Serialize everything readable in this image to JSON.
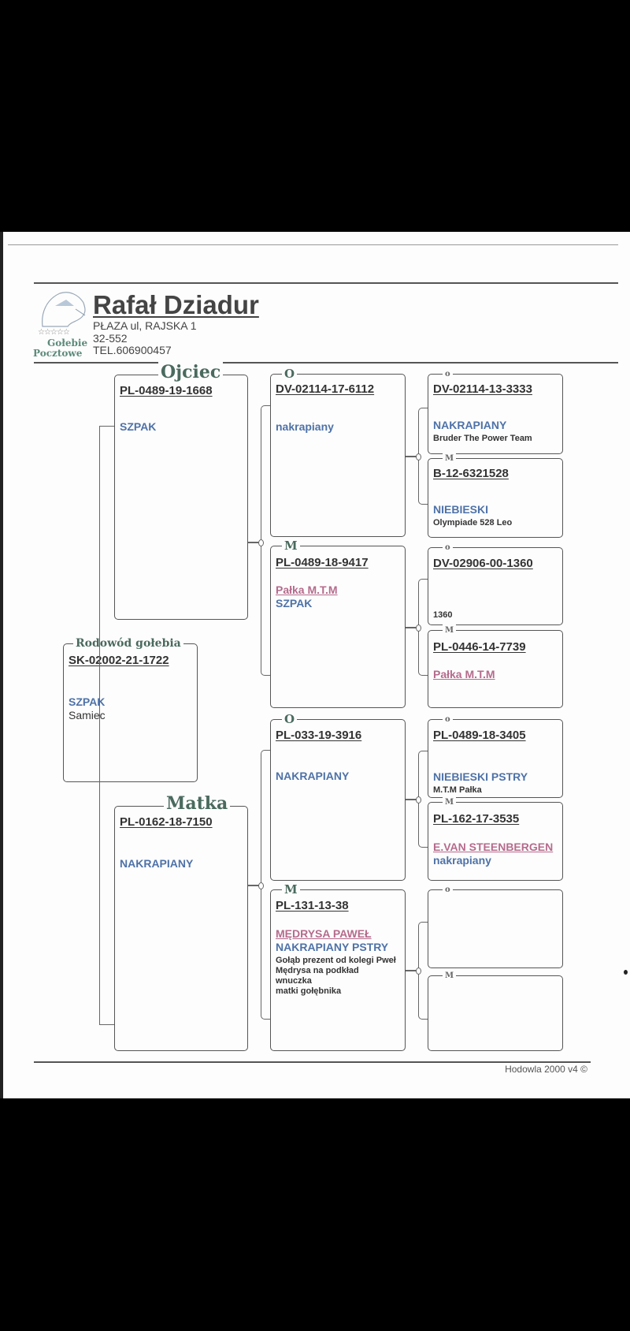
{
  "header": {
    "title": "Rafał Dziadur",
    "address": [
      "PŁAZA ul, RAJSKA 1",
      "32-552",
      "TEL.606900457"
    ],
    "logo": {
      "stars": "☆☆☆☆☆",
      "line1": "Gołebie",
      "line2": "Pocztowe"
    }
  },
  "pedigree": {
    "subject": {
      "label": "Rodowód gołebia",
      "ring": "SK-02002-21-1722",
      "lines": [
        {
          "t": "SZPAK",
          "s": "c"
        },
        {
          "t": "Samiec",
          "s": "t"
        }
      ]
    },
    "father": {
      "label": "Ojciec",
      "ring": "PL-0489-19-1668",
      "lines": [
        {
          "t": "SZPAK",
          "s": "c"
        }
      ]
    },
    "mother": {
      "label": "Matka",
      "ring": "PL-0162-18-7150",
      "lines": [
        {
          "t": "NAKRAPIANY",
          "s": "c"
        }
      ]
    },
    "grandparents": [
      {
        "label": "O",
        "ring": "DV-02114-17-6112",
        "lines": [
          {
            "t": "nakrapiany",
            "s": "c"
          }
        ]
      },
      {
        "label": "M",
        "ring": "PL-0489-18-9417",
        "lines": [
          {
            "t": "Pałka M.T.M",
            "s": "p"
          },
          {
            "t": "SZPAK",
            "s": "c"
          }
        ]
      },
      {
        "label": "O",
        "ring": "PL-033-19-3916",
        "lines": [
          {
            "t": "NAKRAPIANY",
            "s": "c"
          }
        ]
      },
      {
        "label": "M",
        "ring": "PL-131-13-38",
        "lines": [
          {
            "t": "MĘDRYSA PAWEŁ",
            "s": "p"
          },
          {
            "t": "NAKRAPIANY PSTRY",
            "s": "c"
          },
          {
            "t": "Gołąb prezent od kolegi Pweł",
            "s": "s"
          },
          {
            "t": "Mędrysa na podkład",
            "s": "s"
          },
          {
            "t": "wnuczka",
            "s": "s"
          },
          {
            "t": "matki gołębnika",
            "s": "s"
          }
        ]
      }
    ],
    "great_grandparents": [
      {
        "label": "o",
        "ring": "DV-02114-13-3333",
        "lines": [
          {
            "t": "NAKRAPIANY",
            "s": "c"
          },
          {
            "t": "Bruder The Power Team",
            "s": "s"
          }
        ]
      },
      {
        "label": "M",
        "ring": "B-12-6321528",
        "lines": [
          {
            "t": "NIEBIESKI",
            "s": "c"
          },
          {
            "t": "Olympiade 528 Leo",
            "s": "s"
          }
        ]
      },
      {
        "label": "o",
        "ring": "DV-02906-00-1360",
        "lines": [
          {
            "t": "1360",
            "s": "s"
          }
        ]
      },
      {
        "label": "M",
        "ring": "PL-0446-14-7739",
        "lines": [
          {
            "t": "Pałka M.T.M",
            "s": "p"
          }
        ]
      },
      {
        "label": "o",
        "ring": "PL-0489-18-3405",
        "lines": [
          {
            "t": "NIEBIESKI PSTRY",
            "s": "c"
          },
          {
            "t": "M.T.M Pałka",
            "s": "s"
          }
        ]
      },
      {
        "label": "M",
        "ring": "PL-162-17-3535",
        "lines": [
          {
            "t": "E.VAN STEENBERGEN",
            "s": "p"
          },
          {
            "t": "nakrapiany",
            "s": "c"
          }
        ]
      },
      {
        "label": "o",
        "ring": "",
        "lines": []
      },
      {
        "label": "M",
        "ring": "",
        "lines": []
      }
    ]
  },
  "footer": {
    "text": "Hodowla 2000 v4 ©"
  }
}
